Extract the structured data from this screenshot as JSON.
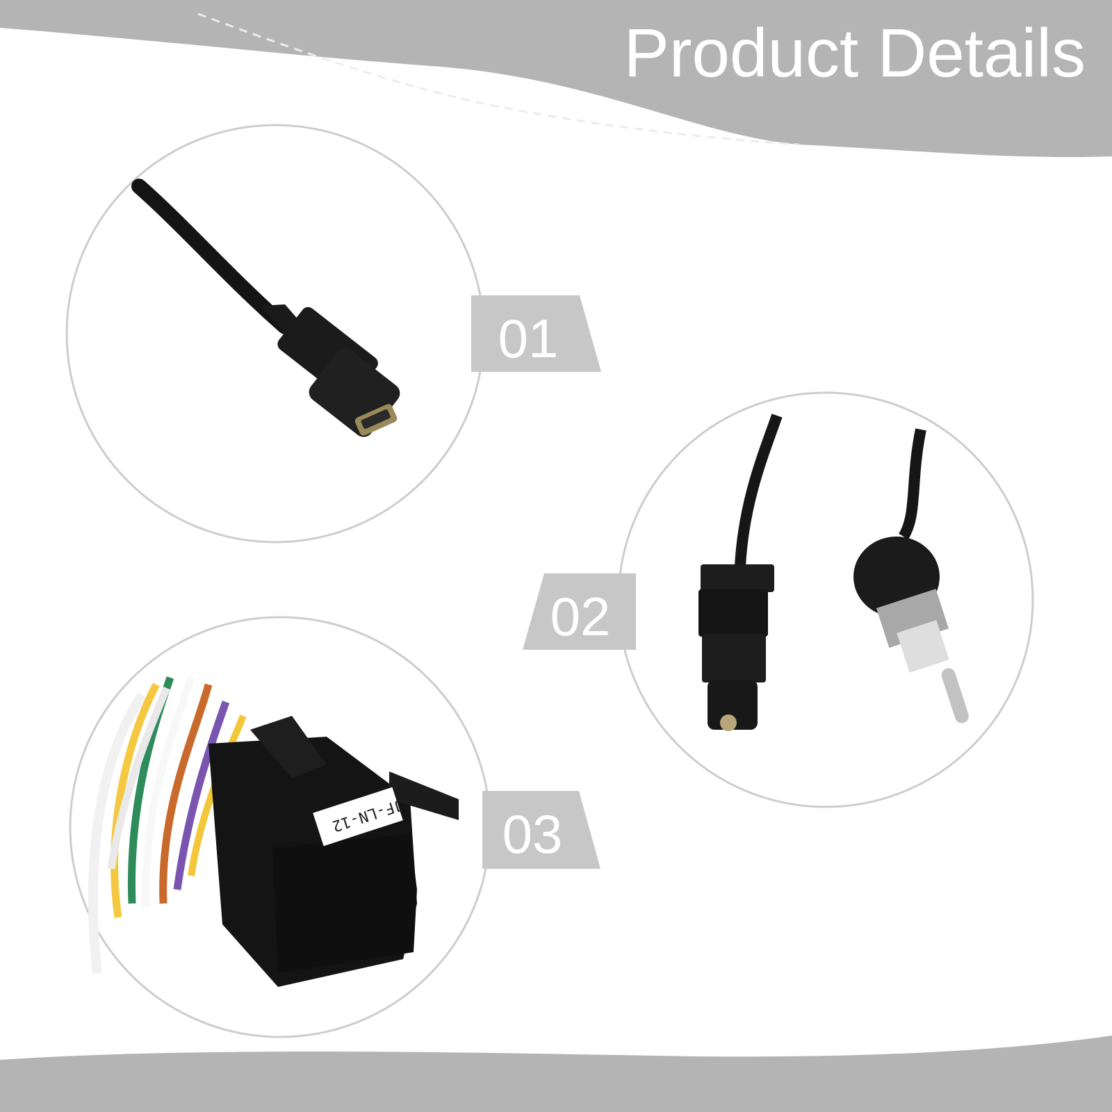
{
  "header": {
    "title": "Product Details"
  },
  "badges": [
    "01",
    "02",
    "03"
  ],
  "connector_label": "JF-LN-12",
  "colors": {
    "band": "#b4b4b4",
    "badge": "#c7c7c7",
    "ring": "#cdcdcd"
  }
}
